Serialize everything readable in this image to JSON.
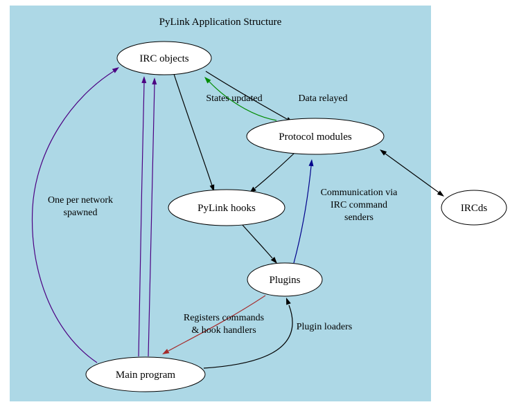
{
  "title": "PyLink Application Structure",
  "colors": {
    "background": "#ADD8E6",
    "page": "#FFFFFF",
    "node_fill": "#FFFFFF",
    "node_stroke": "#000000",
    "black": "#000000",
    "green": "#008B00",
    "navy": "#00008B",
    "purple": "#4B0082",
    "brown": "#A52A2A"
  },
  "nodes": [
    {
      "id": "irc-objects",
      "label": "IRC objects"
    },
    {
      "id": "protocol-modules",
      "label": "Protocol modules"
    },
    {
      "id": "pylink-hooks",
      "label": "PyLink hooks"
    },
    {
      "id": "plugins",
      "label": "Plugins"
    },
    {
      "id": "main-program",
      "label": "Main program"
    },
    {
      "id": "ircds",
      "label": "IRCds"
    }
  ],
  "edges": [
    {
      "from": "IRC objects",
      "to": "Protocol modules",
      "color": "#000000",
      "label": "Data relayed"
    },
    {
      "from": "Protocol modules",
      "to": "IRC objects",
      "color": "#008B00",
      "label": "States updated"
    },
    {
      "from": "IRC objects",
      "to": "PyLink hooks",
      "color": "#000000",
      "label": ""
    },
    {
      "from": "Protocol modules",
      "to": "PyLink hooks",
      "color": "#000000",
      "label": ""
    },
    {
      "from": "PyLink hooks",
      "to": "Plugins",
      "color": "#000000",
      "label": ""
    },
    {
      "from": "Plugins",
      "to": "Protocol modules",
      "color": "#00008B",
      "label_lines": {
        "0": "Communication via",
        "1": "IRC command",
        "2": "senders"
      }
    },
    {
      "from": "Main program",
      "to": "IRC objects",
      "color": "#4B0082",
      "label_lines": {
        "0": "One per network",
        "1": "spawned"
      }
    },
    {
      "from": "Main program",
      "to": "IRC objects",
      "color": "#4B0082",
      "label": ""
    },
    {
      "from": "Main program",
      "to": "IRC objects",
      "color": "#4B0082",
      "label": ""
    },
    {
      "from": "Plugins",
      "to": "Main program",
      "color": "#A52A2A",
      "label_lines": {
        "0": "Registers commands",
        "1": "& hook handlers"
      }
    },
    {
      "from": "Main program",
      "to": "Plugins",
      "color": "#000000",
      "label": "Plugin loaders"
    },
    {
      "from": "Protocol modules",
      "to": "IRCds",
      "color": "#000000",
      "label": "",
      "bidirectional": true
    }
  ]
}
